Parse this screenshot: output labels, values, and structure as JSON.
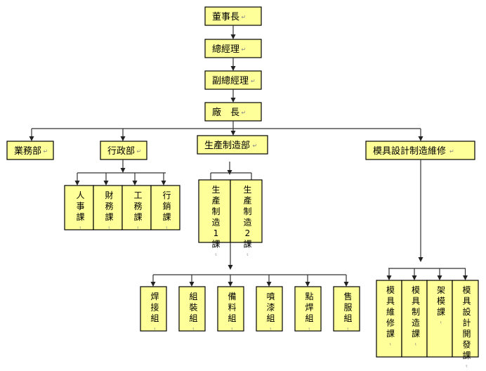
{
  "title": "組織圖",
  "colors": {
    "box_fill": "#ffff99",
    "box_border": "#000000",
    "line": "#333333"
  },
  "return_mark": "↵",
  "para_mark": "ₜ",
  "chain": [
    {
      "id": "chairman",
      "label": "董事長"
    },
    {
      "id": "general-manager",
      "label": "總經理"
    },
    {
      "id": "deputy-general-manager",
      "label": "副總經理"
    },
    {
      "id": "plant-manager",
      "label": "廠　長"
    }
  ],
  "departments": [
    {
      "id": "sales",
      "label": "業務部"
    },
    {
      "id": "admin",
      "label": "行政部"
    },
    {
      "id": "production",
      "label": "生產制造部"
    },
    {
      "id": "mold",
      "label": "模具設計制造維修"
    }
  ],
  "admin_sections": [
    {
      "id": "hr",
      "label": "人事課"
    },
    {
      "id": "finance",
      "label": "財務課"
    },
    {
      "id": "engineering",
      "label": "工務課"
    },
    {
      "id": "marketing",
      "label": "行銷課"
    }
  ],
  "production_sections": [
    {
      "id": "production-1",
      "label": "生產制造1課"
    },
    {
      "id": "production-2",
      "label": "生產制造2課"
    }
  ],
  "production_groups": [
    {
      "id": "welding",
      "label": "焊接組"
    },
    {
      "id": "assembly",
      "label": "組裝組"
    },
    {
      "id": "material-prep",
      "label": "備料組"
    },
    {
      "id": "painting",
      "label": "噴漆組"
    },
    {
      "id": "spot-welding",
      "label": "點焊組"
    },
    {
      "id": "after-sales",
      "label": "售服組"
    }
  ],
  "mold_sections": [
    {
      "id": "mold-maintenance",
      "label": "模具維修課"
    },
    {
      "id": "mold-manufacturing",
      "label": "模具制造課"
    },
    {
      "id": "mold-setup",
      "label": "架模課"
    },
    {
      "id": "mold-design-dev",
      "label": "模具設計開發課"
    }
  ]
}
